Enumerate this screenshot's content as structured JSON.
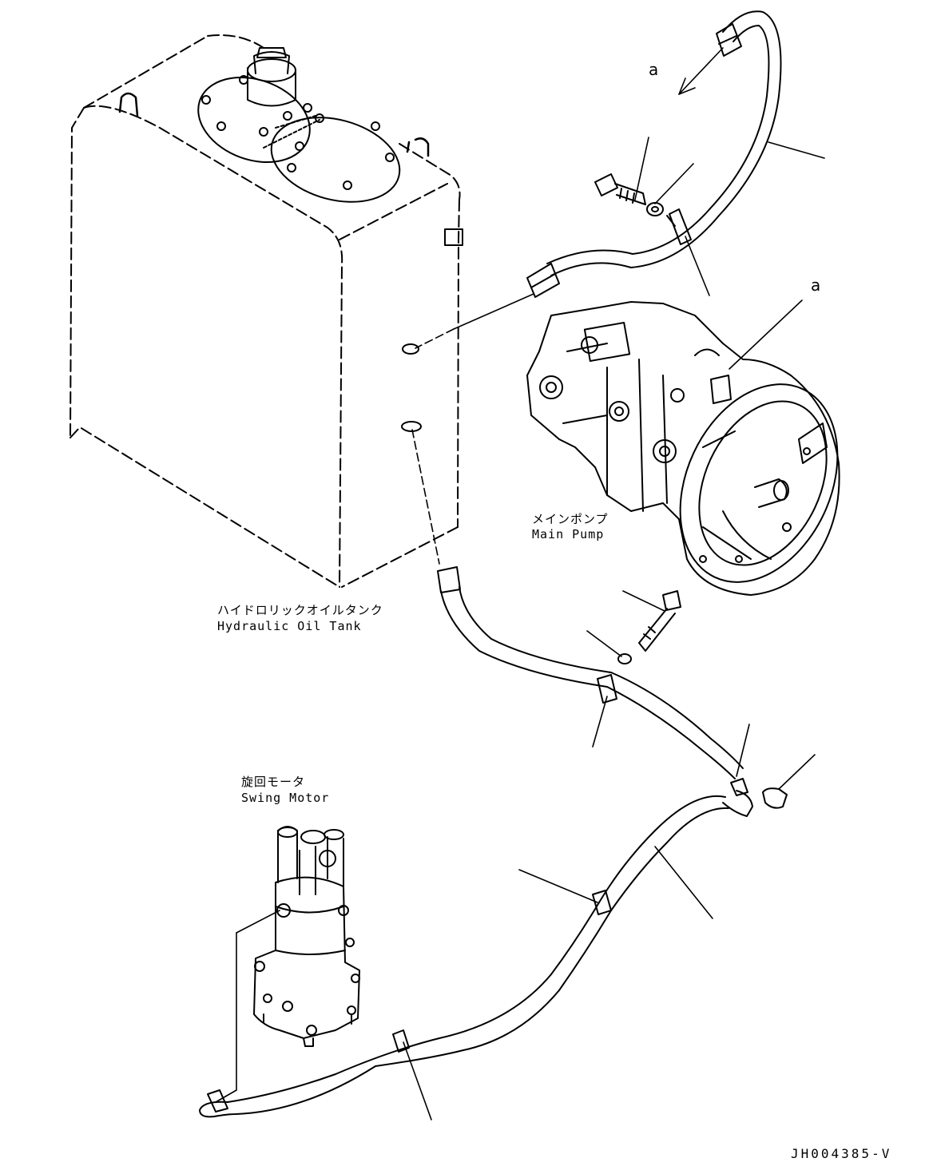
{
  "labels": {
    "hydraulic_tank_jp": "ハイドロリックオイルタンク",
    "hydraulic_tank_en": "Hydraulic Oil Tank",
    "main_pump_jp": "メインポンプ",
    "main_pump_en": "Main Pump",
    "swing_motor_jp": "旋回モータ",
    "swing_motor_en": "Swing Motor",
    "callout_a_top": "a",
    "callout_a_pump": "a",
    "drawing_number": "JH004385-V"
  },
  "colors": {
    "line": "#000000",
    "background": "#ffffff"
  }
}
